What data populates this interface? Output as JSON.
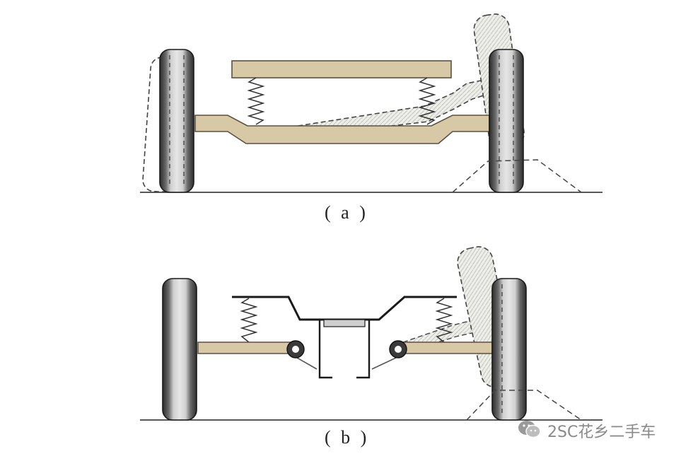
{
  "figure": {
    "panel_a": {
      "caption": "( a )"
    },
    "panel_b": {
      "caption": "( b )"
    }
  },
  "watermark": {
    "icon": "wechat-icon",
    "text": "2SC花乡二手车"
  },
  "colors": {
    "beam": "#d8c9a6",
    "beam_stroke": "#5a5040",
    "tire_dark": "#3a3a3a",
    "tire_light": "#c7c7c7",
    "ghost_fill": "#e9e9e0",
    "dash": "#444444",
    "ground": "#222222"
  }
}
